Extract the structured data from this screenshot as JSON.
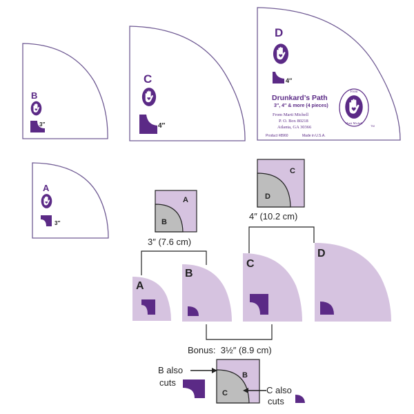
{
  "colors": {
    "purple": "#5b2a86",
    "lavender": "#d6c3e0",
    "gray": "#bdbdbd",
    "outline": "#6f5a93",
    "ink": "#222222"
  },
  "templates": {
    "a": {
      "letter": "A",
      "size": "3″"
    },
    "b": {
      "letter": "B",
      "size": "3″"
    },
    "c": {
      "letter": "C",
      "size": "4″"
    },
    "d": {
      "letter": "D",
      "size": "4″",
      "title": "Drunkard’s Path",
      "subtitle": "3″, 4″ & more (4 pieces)",
      "from": "From Marti Michell",
      "address1": "P. O. Box 80218",
      "address2": "Atlanta, GA 30366",
      "product": "Product #8960",
      "made_in": "Made in U.S.A.",
      "seal_top": "From",
      "seal_bottom": "Marti Michell",
      "tm": "TM"
    }
  },
  "diagram": {
    "block_small": {
      "label_a": "A",
      "label_b": "B"
    },
    "block_large": {
      "label_c": "C",
      "label_d": "D"
    },
    "size_small": "3″ (7.6 cm)",
    "size_large": "4″ (10.2 cm)",
    "pieces": [
      "A",
      "B",
      "C",
      "D"
    ],
    "bonus": "Bonus:  3½″ (8.9 cm)",
    "block_bonus": {
      "label_b": "B",
      "label_c": "C"
    },
    "b_also_1": "B also",
    "b_also_2": "cuts",
    "c_also_1": "C also",
    "c_also_2": "cuts"
  }
}
